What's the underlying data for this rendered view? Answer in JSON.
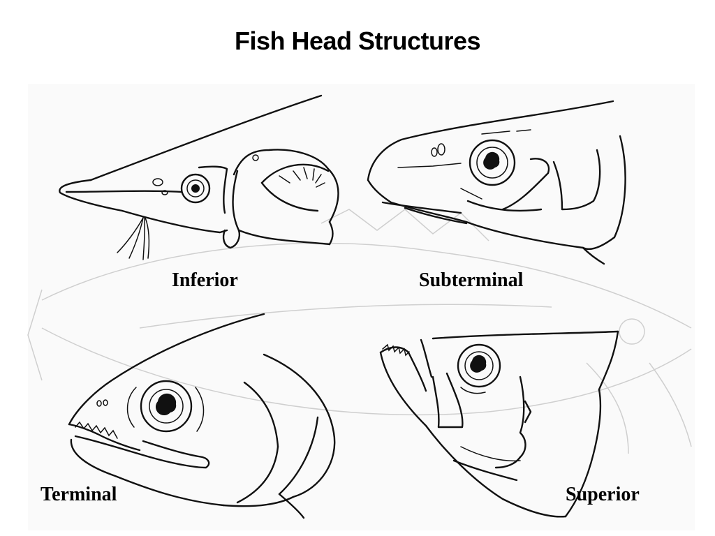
{
  "title": "Fish Head Structures",
  "panels": [
    {
      "label": "Inferior"
    },
    {
      "label": "Subterminal"
    },
    {
      "label": "Terminal"
    },
    {
      "label": "Superior"
    }
  ],
  "colors": {
    "ink": "#111111",
    "faint_background": "#cfcfcf"
  }
}
